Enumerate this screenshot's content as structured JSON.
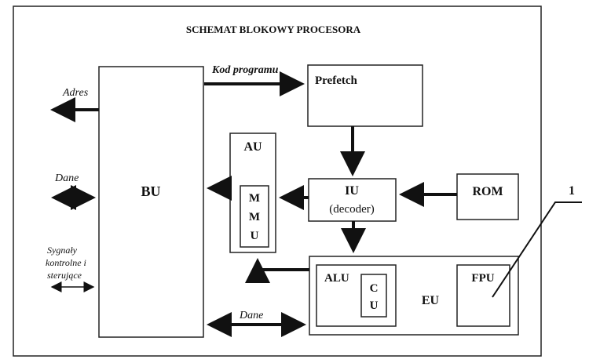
{
  "title": "SCHEMAT BLOKOWY PROCESORA",
  "blocks": {
    "bu": "BU",
    "prefetch": "Prefetch",
    "au": "AU",
    "mmu": [
      "M",
      "M",
      "U"
    ],
    "iu": "IU",
    "iu_sub": "(decoder)",
    "rom": "ROM",
    "eu": "EU",
    "alu": "ALU",
    "cu": [
      "C",
      "U"
    ],
    "fpu": "FPU"
  },
  "signals": {
    "kod_programu": "Kod programu",
    "adres": "Adres",
    "dane_left": "Dane",
    "sygnaly": [
      "Sygnały",
      "kontrolne i",
      "sterujące"
    ],
    "dane_bottom": "Dane"
  },
  "callout": "1"
}
